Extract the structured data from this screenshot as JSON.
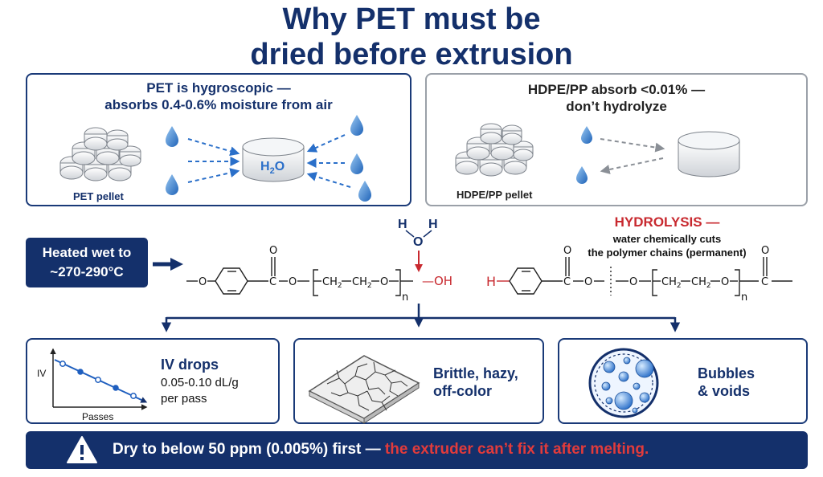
{
  "title_line1": "Why PET must be",
  "title_line2": "dried before extrusion",
  "pet_panel": {
    "heading_line1": "PET is hygroscopic —",
    "heading_line2": "absorbs 0.4-0.6% moisture from air",
    "pellet_label": "PET pellet",
    "water_label_main": "H",
    "water_label_sub": "2",
    "water_label_end": "O"
  },
  "hdpe_panel": {
    "heading_line1": "HDPE/PP absorb <0.01% —",
    "heading_line2": "don’t hydrolyze",
    "pellet_label": "HDPE/PP pellet"
  },
  "heated": {
    "line1": "Heated wet to",
    "line2": "~270-290°C"
  },
  "reaction": {
    "water_h": "H",
    "water_o": "O",
    "oh": "—OH",
    "h_end": "H",
    "ch2": "CH",
    "sub2": "2",
    "o": "O",
    "c": "C",
    "n": "n"
  },
  "hydrolysis": {
    "title": "HYDROLYSIS —",
    "line1": "water chemically cuts",
    "line2": "the polymer chains (permanent)"
  },
  "effects": {
    "iv": {
      "title": "IV drops",
      "line1": "0.05-0.10 dL/g",
      "line2": "per pass",
      "ylabel": "IV",
      "xlabel": "Passes"
    },
    "brittle": {
      "line1": "Brittle, hazy,",
      "line2": "off-color"
    },
    "bubbles": {
      "line1": "Bubbles",
      "line2": "& voids"
    }
  },
  "chart_data": {
    "type": "line",
    "xlabel": "Passes",
    "ylabel": "IV",
    "series": [
      {
        "values": [
          5,
          4,
          3,
          2,
          1
        ]
      }
    ],
    "x": [
      1,
      2,
      3,
      4,
      5
    ]
  },
  "banner": {
    "main": "Dry to below 50 ppm (0.005%) first — ",
    "warning": "the extruder can’t fix it after melting."
  },
  "colors": {
    "navy": "#14306b",
    "red": "#c8292f",
    "blue": "#2a6fc9",
    "gray": "#9aa0a8"
  }
}
